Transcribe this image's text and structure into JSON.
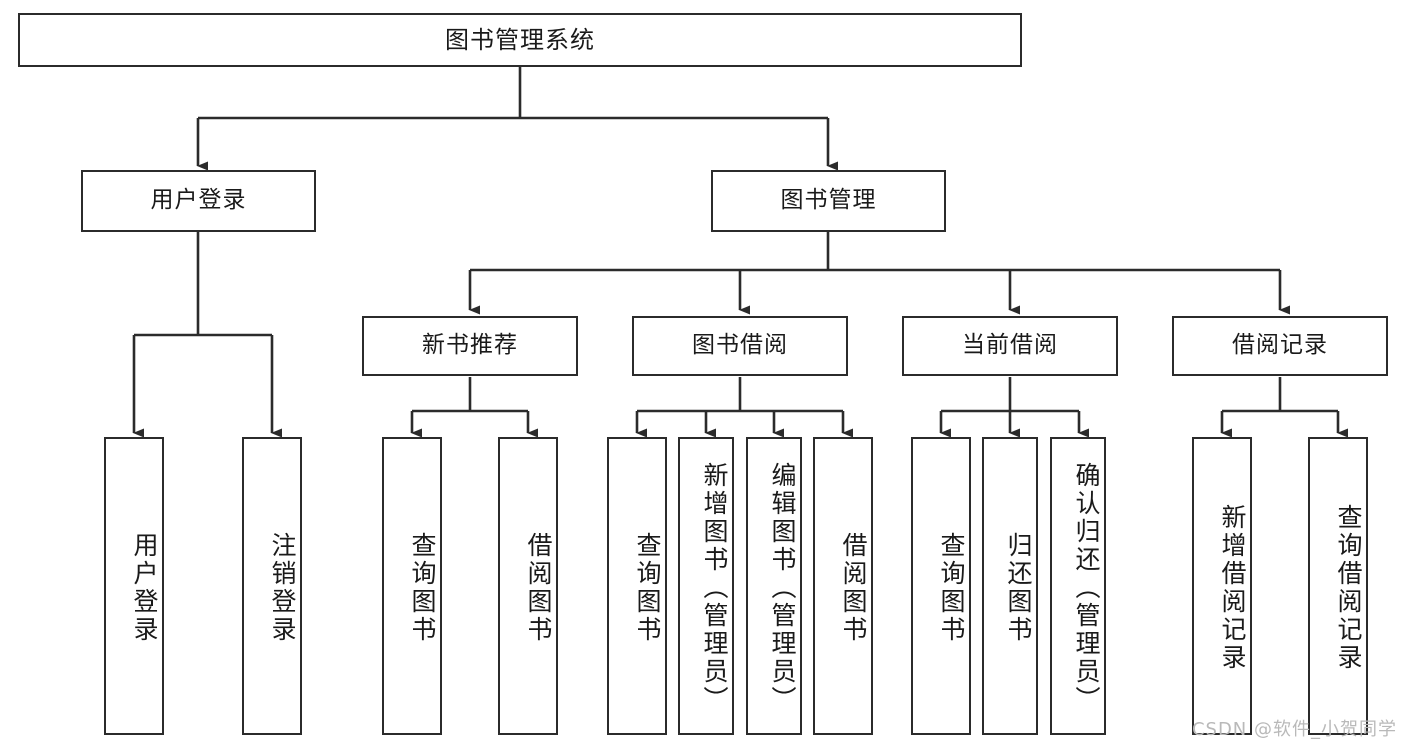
{
  "diagram": {
    "title": "图书管理系统",
    "type": "tree",
    "watermark": "CSDN @软件_小贺同学",
    "colors": {
      "border": "#2b2b2b",
      "background": "#ffffff",
      "text": "#1a1a1a",
      "edge": "#2b2b2b",
      "watermark": "#b9b9b9"
    },
    "levels": {
      "root": [
        "图书管理系统"
      ],
      "level2": [
        "用户登录",
        "图书管理"
      ],
      "level3": [
        "新书推荐",
        "图书借阅",
        "当前借阅",
        "借阅记录"
      ],
      "leaves": [
        "用户登录",
        "注销登录",
        "查询图书",
        "借阅图书",
        "查询图书",
        "新增图书（管理员）",
        "编辑图书（管理员）",
        "借阅图书",
        "查询图书",
        "归还图书",
        "确认归还（管理员）",
        "新增借阅记录",
        "查询借阅记录"
      ]
    },
    "nodes": {
      "root": {
        "label": "图书管理系统"
      },
      "user_login": {
        "label": "用户登录"
      },
      "book_manage": {
        "label": "图书管理"
      },
      "new_book_rec": {
        "label": "新书推荐"
      },
      "book_borrow": {
        "label": "图书借阅"
      },
      "current_borrow": {
        "label": "当前借阅"
      },
      "borrow_record": {
        "label": "借阅记录"
      },
      "leaf_user_login": {
        "label": "用户登录"
      },
      "leaf_logout": {
        "label": "注销登录"
      },
      "leaf_query_book_a": {
        "label": "查询图书"
      },
      "leaf_borrow_book_a": {
        "label": "借阅图书"
      },
      "leaf_query_book_b": {
        "label": "查询图书"
      },
      "leaf_add_book": {
        "label": "新增图书（管理员）"
      },
      "leaf_edit_book": {
        "label": "编辑图书（管理员）"
      },
      "leaf_borrow_book_b": {
        "label": "借阅图书"
      },
      "leaf_query_book_c": {
        "label": "查询图书"
      },
      "leaf_return_book": {
        "label": "归还图书"
      },
      "leaf_confirm_return": {
        "label": "确认归还（管理员）"
      },
      "leaf_add_record": {
        "label": "新增借阅记录"
      },
      "leaf_query_record": {
        "label": "查询借阅记录"
      }
    }
  }
}
